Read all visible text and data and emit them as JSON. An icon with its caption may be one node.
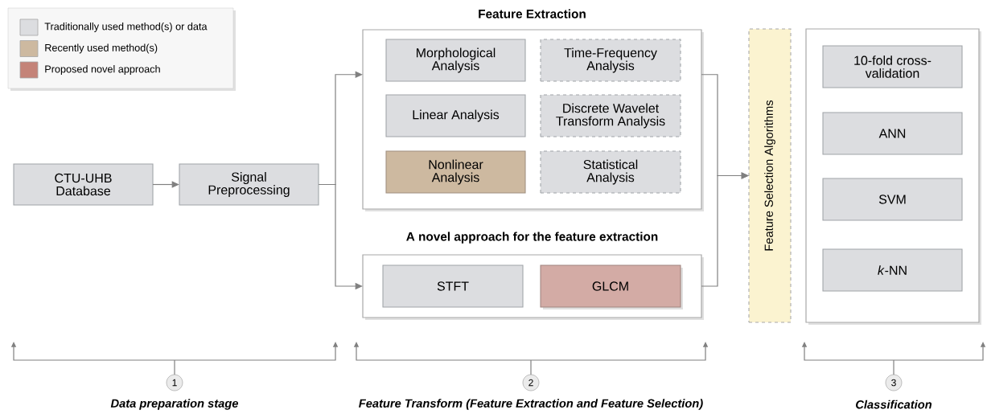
{
  "diagram": {
    "nodes": [
      {
        "text": [
          "CTU-UHB Database"
        ]
      },
      {
        "text": [
          "Signal Preprocessing"
        ]
      },
      {
        "text": [
          "Feature Extraction"
        ]
      },
      {
        "text": [
          "Morphological Analysis"
        ],
        "in": 2
      },
      {
        "text": [
          "Time-Frequency Analysis"
        ],
        "in": 2
      },
      {
        "text": [
          "Linear Analysis"
        ],
        "in": 2
      },
      {
        "text": [
          "Discrete Wavelet Transform Analysis"
        ],
        "in": 2
      },
      {
        "text": [
          "Nonlinear Analysis"
        ],
        "in": 2
      },
      {
        "text": [
          "Statistical Analysis"
        ],
        "in": 2
      },
      {
        "text": [
          "A novel approach for the feature extraction"
        ]
      },
      {
        "text": [
          "STFT"
        ],
        "in": 9
      },
      {
        "text": [
          "GLCM"
        ],
        "in": 9
      },
      {
        "text": [
          "Feature Selection Algorithms"
        ]
      },
      {
        "text": [],
        "shape": "box"
      },
      {
        "text": [
          "10-fold cross-validation"
        ],
        "in": 13
      },
      {
        "text": [
          "ANN"
        ],
        "in": 13
      },
      {
        "text": [
          "SVM"
        ],
        "in": 13
      },
      {
        "text": [
          "*k*-NN"
        ],
        "in": 13
      }
    ],
    "edges": [
      {
        "from": 0,
        "to": 1,
        "arrow": "to"
      },
      {
        "from": 1,
        "to": 2,
        "arrow": "to"
      },
      {
        "from": 1,
        "to": 9,
        "arrow": "to"
      },
      {
        "from": 2,
        "to": 12,
        "arrow": "to"
      },
      {
        "from": 9,
        "to": 12,
        "arrow": "to"
      }
    ],
    "labels": [
      "1",
      "2",
      "3",
      "Data preparation stage",
      "Feature Transform (Feature Extraction and Feature Selection)",
      "Classification"
    ],
    "legend": [
      {
        "text": "Traditionally used method(s) or data",
        "color": "#dcdde0"
      },
      {
        "text": "Recently used method(s)",
        "color": "#cdb9a0"
      },
      {
        "text": "Proposed novel approach",
        "color": "#c48378"
      }
    ]
  }
}
